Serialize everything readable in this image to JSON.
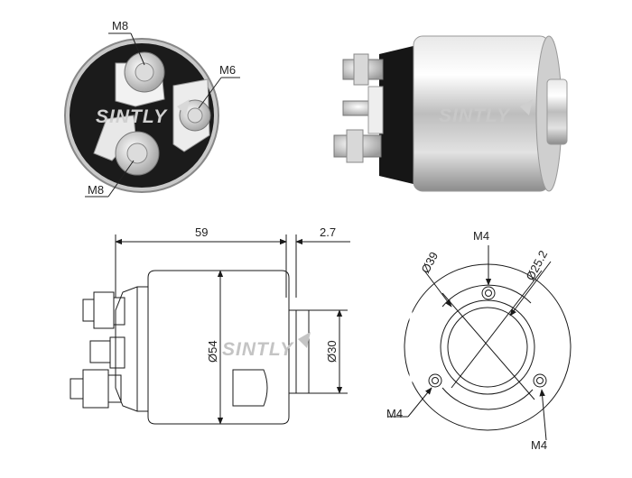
{
  "brand": {
    "watermark": "SINTLY"
  },
  "photo_end_view": {
    "callouts": {
      "top": "M8",
      "right": "M6",
      "bottom": "M8"
    }
  },
  "side_drawing": {
    "dims": {
      "length": "59",
      "gap": "2.7",
      "body_diameter": "Ø54",
      "plunger_diameter": "Ø30"
    }
  },
  "end_drawing": {
    "dims": {
      "top_hole": "M4",
      "bolt_circle": "Ø39",
      "bore": "Ø25.2",
      "left_hole": "M4",
      "right_hole": "M4"
    }
  },
  "colors": {
    "line": "#1a1a1a",
    "watermark": "#c8c8c8",
    "accent": "#e06b3a"
  }
}
